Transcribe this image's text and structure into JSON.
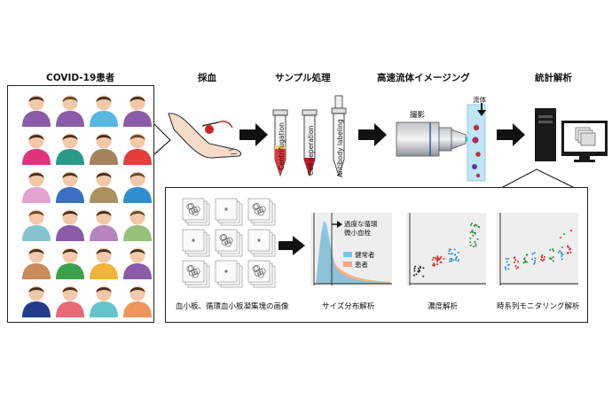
{
  "headers": {
    "patients": "COVID-19患者",
    "blood": "採血",
    "sample": "サンプル処理",
    "imaging": "高速流体イメージング",
    "stats": "統計解析"
  },
  "tubes": [
    "Centrifugation",
    "Cell seperation",
    "Antibody labeling"
  ],
  "imaging_labels": {
    "capture": "撮影",
    "flow": "流体"
  },
  "panels": {
    "images": "血小板、循環血小板凝集塊の画像",
    "size": "サイズ分布解析",
    "conc": "濃度解析",
    "time": "時系列モニタリング解析"
  },
  "size_chart": {
    "annot": [
      "過度な循環",
      "微小血栓"
    ],
    "legend": [
      "健常者",
      "患者"
    ]
  },
  "colors": {
    "patients": [
      [
        "#8a5ba6",
        "#8a5ba6",
        "#57b6e2",
        "#8a5ba6"
      ],
      [
        "#e0337c",
        "#2a9a85",
        "#a3825c",
        "#e33e3a"
      ],
      [
        "#e2a3cc",
        "#3b6fbf",
        "#ab9160",
        "#2f8fce"
      ],
      [
        "#84c3cf",
        "#8a5ba6",
        "#b784bd",
        "#97c07a"
      ],
      [
        "#c98a5c",
        "#39a24a",
        "#f3b43a",
        "#8a5ba6"
      ],
      [
        "#223b8d",
        "#e86a76",
        "#63c4c9",
        "#f0955a"
      ]
    ],
    "hair": [
      [
        "#4a2f1a",
        "#6b4a2b",
        "#4a2f1a",
        "#4a2f1a"
      ],
      [
        "#4a2f1a",
        "#4a2f1a",
        "#4a2f1a",
        "#6b4a2b"
      ],
      [
        "#4a2f1a",
        "#4a2f1a",
        "#4a2f1a",
        "#6b4a2b"
      ],
      [
        "#6b4a2b",
        "#4a2f1a",
        "#4a2f1a",
        "#6b4a2b"
      ],
      [
        "#4a2f1a",
        "#4a2f1a",
        "#4a2f1a",
        "#4a2f1a"
      ],
      [
        "#4a2f1a",
        "#4a2f1a",
        "#4a2f1a",
        "#4a2f1a"
      ]
    ]
  }
}
